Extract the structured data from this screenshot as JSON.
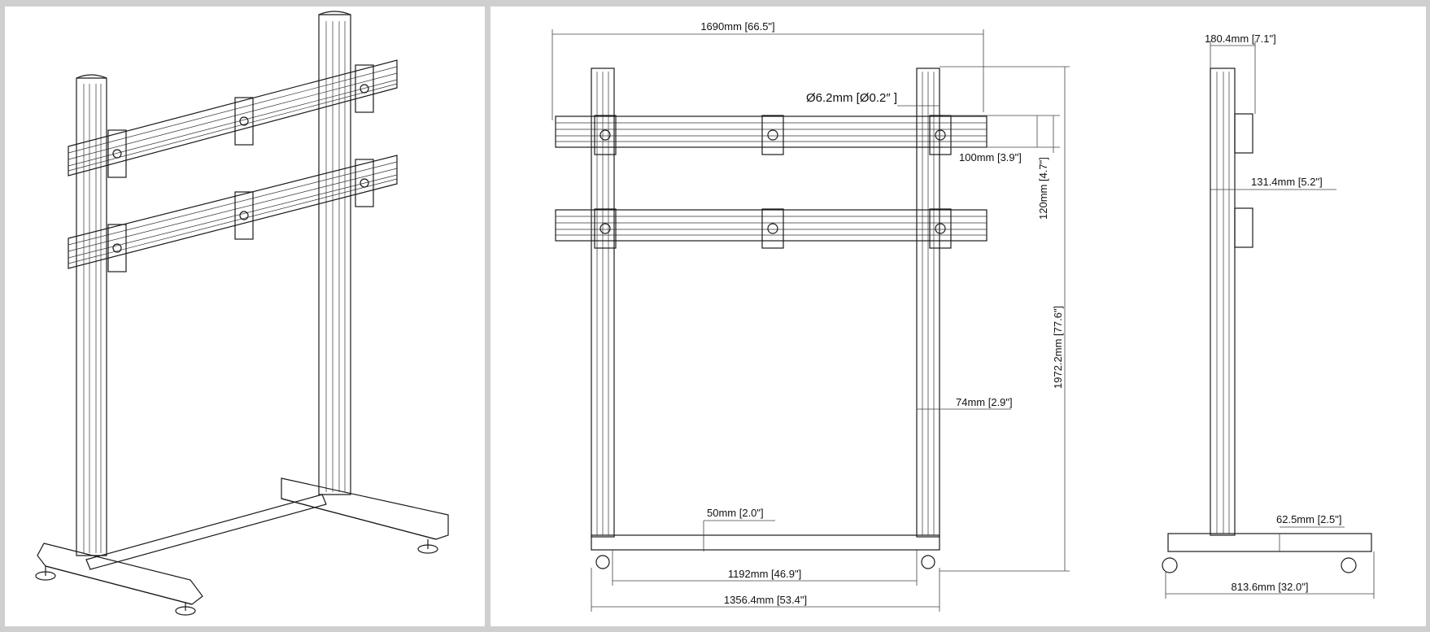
{
  "figure": {
    "panels": [
      "perspective-view",
      "front-elevation",
      "side-elevation"
    ]
  },
  "front_view": {
    "overall_width": "1690mm [66.5\"]",
    "hole_diameter": "Ø6.2mm [Ø0.2″ ]",
    "rail_height": "100mm [3.9\"]",
    "rail_pitch": "120mm [4.7\"]",
    "overall_height": "1972.2mm [77.6\"]",
    "column_width": "74mm [2.9\"]",
    "base_bar_height": "50mm [2.0\"]",
    "inner_span": "1192mm [46.9\"]",
    "outer_span": "1356.4mm [53.4\"]"
  },
  "side_view": {
    "top_depth": "180.4mm [7.1\"]",
    "bracket_offset": "131.4mm [5.2\"]",
    "foot_height": "62.5mm [2.5\"]",
    "base_depth": "813.6mm [32.0\"]"
  },
  "colors": {
    "line": "#1a1a1a",
    "panel": "#ffffff",
    "frame": "#cfcfcf"
  }
}
